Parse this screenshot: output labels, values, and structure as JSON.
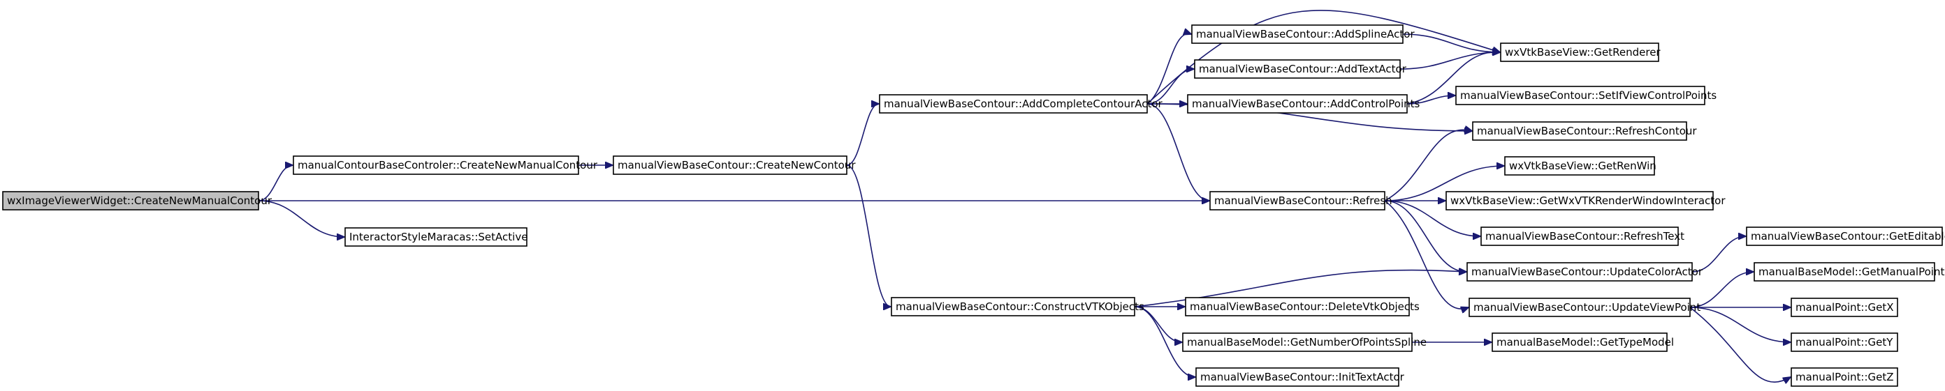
{
  "colors": {
    "edge": "#191970",
    "root_fill": "#bfbfbf",
    "node_fill": "#ffffff",
    "node_border": "#000000"
  },
  "nodes": [
    {
      "id": "n0",
      "label": "wxImageViewerWidget::CreateNewManualContour",
      "root": true
    },
    {
      "id": "n1",
      "label": "manualContourBaseControler::CreateNewManualContour"
    },
    {
      "id": "n2",
      "label": "InteractorStyleMaracas::SetActive"
    },
    {
      "id": "n3",
      "label": "manualViewBaseContour::CreateNewContour"
    },
    {
      "id": "n4",
      "label": "manualViewBaseContour::AddCompleteContourActor"
    },
    {
      "id": "n5",
      "label": "manualViewBaseContour::ConstructVTKObjects"
    },
    {
      "id": "n6",
      "label": "manualViewBaseContour::AddSplineActor"
    },
    {
      "id": "n7",
      "label": "manualViewBaseContour::AddTextActor"
    },
    {
      "id": "n8",
      "label": "manualViewBaseContour::AddControlPoints"
    },
    {
      "id": "n9",
      "label": "manualViewBaseContour::Refresh"
    },
    {
      "id": "n10",
      "label": "manualViewBaseContour::DeleteVtkObjects"
    },
    {
      "id": "n11",
      "label": "manualBaseModel::GetNumberOfPointsSpline"
    },
    {
      "id": "n12",
      "label": "manualViewBaseContour::InitTextActor"
    },
    {
      "id": "n13",
      "label": "wxVtkBaseView::GetRenderer"
    },
    {
      "id": "n14",
      "label": "manualViewBaseContour::SetIfViewControlPoints"
    },
    {
      "id": "n15",
      "label": "manualViewBaseContour::RefreshContour"
    },
    {
      "id": "n16",
      "label": "wxVtkBaseView::GetRenWin"
    },
    {
      "id": "n17",
      "label": "wxVtkBaseView::GetWxVTKRenderWindowInteractor"
    },
    {
      "id": "n18",
      "label": "manualViewBaseContour::RefreshText"
    },
    {
      "id": "n19",
      "label": "manualViewBaseContour::UpdateColorActor"
    },
    {
      "id": "n20",
      "label": "manualViewBaseContour::UpdateViewPoint"
    },
    {
      "id": "n21",
      "label": "manualBaseModel::GetTypeModel"
    },
    {
      "id": "n22",
      "label": "manualViewBaseContour::GetEditable"
    },
    {
      "id": "n23",
      "label": "manualBaseModel::GetManualPoint"
    },
    {
      "id": "n24",
      "label": "manualPoint::GetX"
    },
    {
      "id": "n25",
      "label": "manualPoint::GetY"
    },
    {
      "id": "n26",
      "label": "manualPoint::GetZ"
    }
  ],
  "edges": [
    [
      "n0",
      "n1"
    ],
    [
      "n0",
      "n2"
    ],
    [
      "n0",
      "n9"
    ],
    [
      "n1",
      "n3"
    ],
    [
      "n3",
      "n4"
    ],
    [
      "n3",
      "n5"
    ],
    [
      "n4",
      "n6"
    ],
    [
      "n4",
      "n7"
    ],
    [
      "n4",
      "n8"
    ],
    [
      "n4",
      "n13"
    ],
    [
      "n4",
      "n15"
    ],
    [
      "n4",
      "n9"
    ],
    [
      "n6",
      "n13"
    ],
    [
      "n7",
      "n13"
    ],
    [
      "n8",
      "n13"
    ],
    [
      "n8",
      "n14"
    ],
    [
      "n9",
      "n15"
    ],
    [
      "n9",
      "n16"
    ],
    [
      "n9",
      "n17"
    ],
    [
      "n9",
      "n18"
    ],
    [
      "n9",
      "n19"
    ],
    [
      "n9",
      "n20"
    ],
    [
      "n5",
      "n10"
    ],
    [
      "n5",
      "n11"
    ],
    [
      "n5",
      "n12"
    ],
    [
      "n5",
      "n19"
    ],
    [
      "n11",
      "n21"
    ],
    [
      "n19",
      "n22"
    ],
    [
      "n20",
      "n23"
    ],
    [
      "n20",
      "n24"
    ],
    [
      "n20",
      "n25"
    ],
    [
      "n20",
      "n26"
    ]
  ]
}
